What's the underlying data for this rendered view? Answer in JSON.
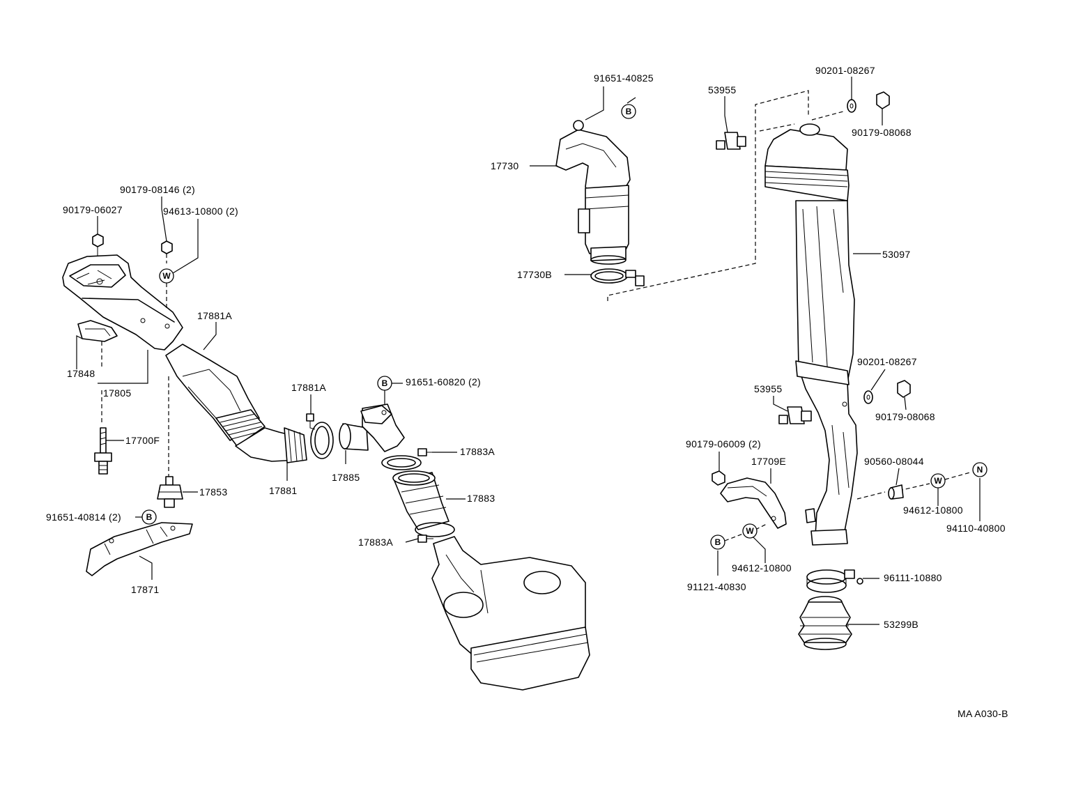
{
  "diagram_code": "MA A030-B",
  "symbols": {
    "bolt": "B",
    "washer": "W",
    "nut": "N"
  },
  "labels": {
    "p_90179_08146": "90179-08146 (2)",
    "p_90179_06027": "90179-06027",
    "p_94613_10800": "94613-10800 (2)",
    "p_17881A_upper": "17881A",
    "p_17848": "17848",
    "p_17805": "17805",
    "p_17700F": "17700F",
    "p_17853": "17853",
    "p_91651_40814": "91651-40814 (2)",
    "p_17871": "17871",
    "p_17881A_mid": "17881A",
    "p_17881": "17881",
    "p_17885": "17885",
    "p_91651_60820": "91651-60820 (2)",
    "p_17883A_upper": "17883A",
    "p_17883": "17883",
    "p_17883A_lower": "17883A",
    "p_91651_40825": "91651-40825",
    "p_17730": "17730",
    "p_17730B": "17730B",
    "p_53955_upper": "53955",
    "p_90201_08267_upper": "90201-08267",
    "p_90179_08068_upper": "90179-08068",
    "p_53097": "53097",
    "p_90201_08267_lower": "90201-08267",
    "p_53955_lower": "53955",
    "p_90179_08068_lower": "90179-08068",
    "p_90179_06009": "90179-06009 (2)",
    "p_17709E": "17709E",
    "p_90560_08044": "90560-08044",
    "p_94612_10800_right": "94612-10800",
    "p_94110_40800": "94110-40800",
    "p_94612_10800_lower": "94612-10800",
    "p_91121_40830": "91121-40830",
    "p_96111_10880": "96111-10880",
    "p_53299B": "53299B"
  }
}
